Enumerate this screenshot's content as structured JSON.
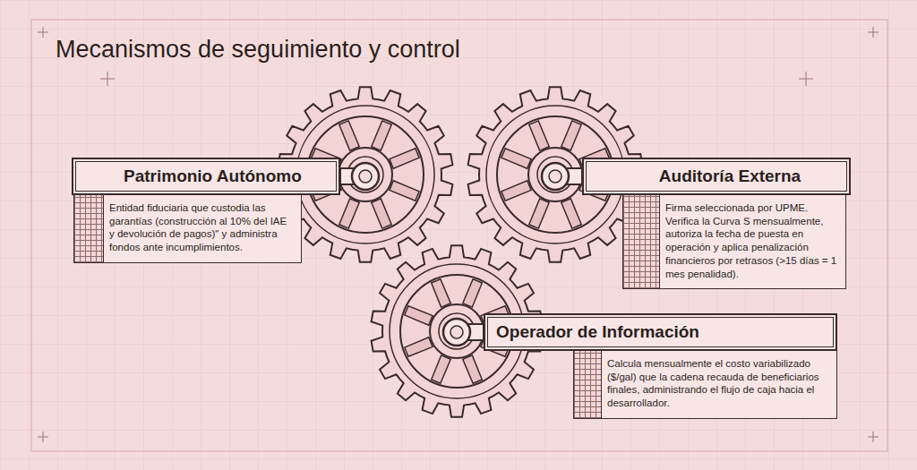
{
  "diagram": {
    "title": "Mecanismos de seguimiento y control",
    "nodes": [
      {
        "text": [
          "Patrimonio Autónomo",
          "Entidad fiduciaria que custodia las garantías (construcción al 10% del IAE y devolución de pagos)\" y administra fondos ante incumplimientos."
        ]
      },
      {
        "text": [
          "Auditoría Externa",
          "Firma seleccionada por UPME. Verifica la Curva S mensualmente, autoriza la fecha de puesta en operación y aplica penalización financieros por retrasos (>15 días = 1 mes penalidad)."
        ]
      },
      {
        "text": [
          "Operador de Información",
          "Calcula mensualmente el costo variabilizado ($/gal) que la cadena recauda de beneficiarios finales, administrando el flujo de caja hacia el desarrollador."
        ]
      }
    ]
  }
}
